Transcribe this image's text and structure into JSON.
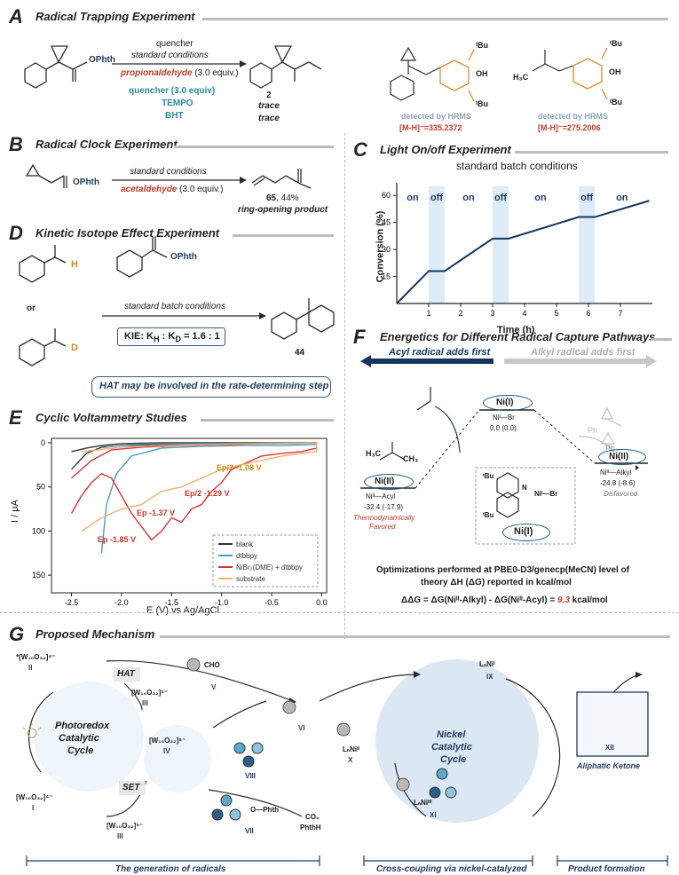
{
  "panels": {
    "A": {
      "letter": "A",
      "title": "Radical Trapping Experiment",
      "reagent_group": "OPhth",
      "arrow_top1": "quencher",
      "arrow_top2": "standard conditions",
      "aldehyde": "propionaldehyde",
      "equiv": " (3.0 equiv.)",
      "quencher_header": "quencher (3.0 equiv)",
      "tempo": "TEMPO",
      "bht": "BHT",
      "product_num": "2",
      "trace1": "trace",
      "trace2": "trace",
      "adduct1_detected": "detected by HRMS",
      "adduct1_mass": "[M-H]⁻=335.2372",
      "adduct2_detected": "detected by HRMS",
      "adduct2_mass": "[M-H]⁻=275.2006",
      "tbu": "ᵗBu",
      "oh": "OH",
      "h3c": "H₃C"
    },
    "B": {
      "letter": "B",
      "title": "Radical Clock Experiment",
      "reagent_group": "OPhth",
      "arrow_top": "standard conditions",
      "aldehyde": "acetaldehyde",
      "equiv": " (3.0 equiv.)",
      "product_num": "65",
      "product_yield": ", 44%",
      "product_note": "ring-opening product"
    },
    "C": {
      "letter": "C",
      "title": "Light On/off Experiment",
      "subtitle": "standard batch conditions",
      "states": [
        "on",
        "off",
        "on",
        "off",
        "on",
        "off",
        "on"
      ],
      "xlabel": "Time (h)",
      "ylabel": "Conversion (%)"
    },
    "D": {
      "letter": "D",
      "title": "Kinetic Isotope Effect Experiment",
      "h_label": "H",
      "d_label": "D",
      "or": "or",
      "reagent_group": "OPhth",
      "arrow_top": "standard batch conditions",
      "kie": "KIE: K",
      "kie_h": "H",
      "kie_sep": " : K",
      "kie_d": "D",
      "kie_val": " = 1.6 : 1",
      "product_num": "44",
      "note": "HAT may be involved in the rate-determining step"
    },
    "E": {
      "letter": "E",
      "title": "Cyclic Voltammetry Studies",
      "xlabel": "E (V) vs Ag/AgCl",
      "ylabel": "I / μA",
      "ann": [
        "Ep/2 -1.08 V",
        "Ep/2 -1.29 V",
        "Ep -1.37 V",
        "Ep -1.85 V"
      ]
    },
    "F": {
      "letter": "F",
      "title": "Energetics for Different Radical Capture Pathways",
      "acyl_first": "Acyl radical adds first",
      "alkyl_first": "Alkyl radical adds first",
      "ni1": "Ni(I)",
      "ni1_sub": "Niᴵ—Br",
      "ni1_energy": "0.0 (0.0)",
      "ni2_left": "Ni(II)",
      "ni2_left_sub": "Niᴵᴵ—Acyl",
      "ni2_left_energy": "-32.4 (-17.9)",
      "ni2_left_note1": "Thermodynamically",
      "ni2_left_note2": "Favored",
      "ni2_right": "Ni(II)",
      "ni2_right_sub": "Niᴵᴵ—Alkyl",
      "ni2_right_energy": "-24.8 (-8.6)",
      "ni2_right_note": "Disfavored",
      "ph": "Ph",
      "h3c": "H₃C",
      "ch3": "CH₃",
      "complex_label": "Ni(I)",
      "complex_tbu": "ᵗBu",
      "complex_nibr": "Niᴵ—Br",
      "complex_n": "N",
      "method_line1": "Optimizations performed at PBE0-D3/genecp(MeCN) level of",
      "method_line2": "theory ΔH (ΔG) reported in kcal/mol",
      "ddg_prefix": "ΔΔG = ΔG(Niᴵᴵ-Alkyl) - ΔG(Niᴵᴵ-Acyl) = ",
      "ddg_val": "9.3",
      "ddg_unit": " kcal/mol"
    },
    "G": {
      "letter": "G",
      "title": "Proposed Mechanism",
      "photo_cycle": [
        "Photoredox",
        "Catalytic",
        "Cycle"
      ],
      "ni_cycle": [
        "Nickel",
        "Catalytic",
        "Cycle"
      ],
      "hat": "HAT",
      "set": "SET",
      "w_II": "*[W₁₀O₃₂]⁴⁻",
      "w_II_num": "II",
      "w_III_a": "[W₁₀O₃₂]⁵⁻",
      "w_III_a_num": "III",
      "w_IV": "[W₁₀O₃₂]⁶⁻",
      "w_IV_num": "IV",
      "w_I": "[W₁₀O₃₂]⁴⁻",
      "w_I_num": "I",
      "w_III_b": "[W₁₀O₃₂]⁵⁻",
      "w_III_b_num": "III",
      "cho": "CHO",
      "v": "V",
      "vi": "VI",
      "vii": "VII",
      "viii": "VIII",
      "phth": "O—Phth",
      "co2": "CO₂",
      "phthh": "PhthH",
      "lnni1": "LₙNiᴵ",
      "ix": "IX",
      "lnni2": "LₙNiᴵᴵ",
      "x": "X",
      "lnni3": "LₙNiᴵᴵᴵ",
      "xi": "XI",
      "xii": "XII",
      "product_label": "Aliphatic Ketone",
      "footer1": "The generation of  radicals",
      "footer2": "Cross-coupling via nickel-catalyzed",
      "footer3": "Product formation"
    }
  },
  "chart_data": [
    {
      "type": "line",
      "title": "standard batch conditions",
      "xlabel": "Time (h)",
      "ylabel": "Conversion (%)",
      "xlim": [
        0,
        8
      ],
      "ylim": [
        0,
        65
      ],
      "xticks": [
        1,
        2,
        3,
        4,
        5,
        6,
        7
      ],
      "yticks": [
        15,
        30,
        45,
        60
      ],
      "off_intervals": [
        [
          1,
          1.5
        ],
        [
          3,
          3.5
        ],
        [
          5.7,
          6.2
        ]
      ],
      "series": [
        {
          "x": [
            0,
            1,
            1.5,
            3,
            3.5,
            5.7,
            6.2,
            7.9
          ],
          "y": [
            0,
            18,
            18,
            36,
            36,
            48,
            48,
            57
          ]
        }
      ]
    },
    {
      "type": "line",
      "title": "",
      "xlabel": "E (V) vs Ag/AgCl",
      "ylabel": "I / μA",
      "xlim": [
        -2.7,
        0.05
      ],
      "ylim": [
        -5,
        170
      ],
      "y_inverted": true,
      "xticks": [
        -2.5,
        -2.0,
        -1.5,
        -1.0,
        -0.5,
        -0.0
      ],
      "yticks": [
        0,
        50,
        100,
        150
      ],
      "series": [
        {
          "name": "blank",
          "color": "#333333",
          "x": [
            -2.5,
            -2.35,
            -2.2,
            -2.0,
            -1.6,
            -1.0,
            -0.5,
            -0.05,
            -0.05,
            -0.5,
            -1.0,
            -1.6,
            -2.0,
            -2.2,
            -2.35,
            -2.5
          ],
          "y": [
            10,
            6,
            3,
            1,
            0,
            0,
            0,
            0,
            0,
            1,
            1,
            2,
            3,
            5,
            12,
            30
          ]
        },
        {
          "name": "dtbbpy",
          "color": "#4a9bbf",
          "x": [
            -2.15,
            -2.1,
            -2.0,
            -1.9,
            -1.6,
            -1.2,
            -0.8,
            -0.4,
            -0.05,
            -0.05,
            -0.4,
            -0.8,
            -1.2,
            -1.6,
            -1.9,
            -2.05,
            -2.15,
            -2.2
          ],
          "y": [
            5,
            4,
            3,
            2,
            1,
            1,
            1,
            0,
            0,
            2,
            3,
            3,
            4,
            6,
            15,
            35,
            70,
            125
          ]
        },
        {
          "name": "NiBr₂(DME) + dtbbpy",
          "color": "#d9303a",
          "x": [
            -2.5,
            -2.4,
            -2.3,
            -2.2,
            -2.1,
            -2.0,
            -1.9,
            -1.8,
            -1.7,
            -1.6,
            -1.5,
            -1.4,
            -1.3,
            -1.2,
            -1.1,
            -1.0,
            -0.9,
            -0.8,
            -0.6,
            -0.4,
            -0.2,
            -0.05,
            -0.05,
            -0.3,
            -0.6,
            -1.0,
            -1.4,
            -1.8,
            -2.1,
            -2.3,
            -2.5
          ],
          "y": [
            80,
            60,
            45,
            35,
            40,
            60,
            80,
            95,
            110,
            100,
            85,
            90,
            75,
            70,
            55,
            45,
            30,
            25,
            15,
            12,
            10,
            6,
            0,
            1,
            1,
            2,
            3,
            5,
            8,
            20,
            40
          ]
        },
        {
          "name": "substrate",
          "color": "#f0b070",
          "x": [
            -2.4,
            -2.2,
            -2.0,
            -1.8,
            -1.6,
            -1.4,
            -1.2,
            -1.0,
            -0.8,
            -0.6,
            -0.4,
            -0.2,
            -0.05,
            -0.05,
            -0.4,
            -0.8,
            -1.2,
            -1.6,
            -2.0,
            -2.4
          ],
          "y": [
            100,
            85,
            75,
            70,
            55,
            50,
            40,
            30,
            25,
            20,
            15,
            12,
            10,
            0,
            1,
            1,
            2,
            3,
            5,
            10
          ]
        }
      ],
      "legend": [
        "blank",
        "dtbbpy",
        "NiBr₂(DME) + dtbbpy",
        "substrate"
      ],
      "legend_position": "bottom-right"
    }
  ]
}
